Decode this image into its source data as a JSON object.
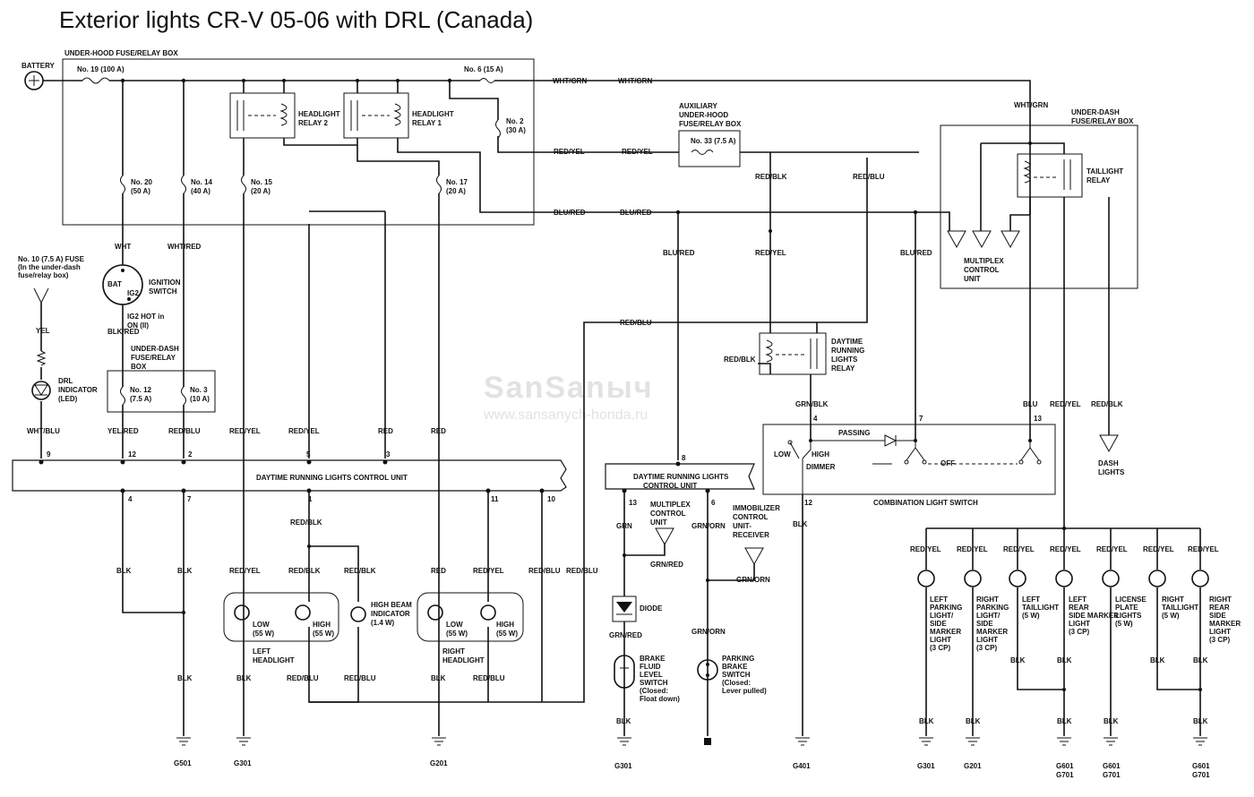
{
  "title": "Exterior lights CR-V 05-06 with DRL (Canada)",
  "watermark": {
    "line1": "SanSanыч",
    "line2": "www.sansanych-honda.ru"
  },
  "boxes": {
    "under_hood": "UNDER-HOOD FUSE/RELAY BOX",
    "auxiliary": [
      "AUXILIARY",
      "UNDER-HOOD",
      "FUSE/RELAY BOX"
    ],
    "under_dash_right": [
      "UNDER-DASH",
      "FUSE/RELAY BOX"
    ],
    "under_dash_left": [
      "UNDER-DASH",
      "FUSE/RELAY",
      "BOX"
    ],
    "drl_unit_main": "DAYTIME RUNNING LIGHTS CONTROL UNIT",
    "drl_unit_small": [
      "DAYTIME RUNNING LIGHTS",
      "CONTROL UNIT"
    ],
    "combination_switch": "COMBINATION LIGHT SWITCH",
    "multiplex_right": [
      "MULTIPLEX",
      "CONTROL",
      "UNIT"
    ]
  },
  "labels": {
    "battery": "BATTERY",
    "fuse19": "No. 19 (100 A)",
    "fuse6": "No. 6 (15 A)",
    "fuse2": [
      "No. 2",
      "(30 A)"
    ],
    "fuse20": [
      "No. 20",
      "(50 A)"
    ],
    "fuse14": [
      "No. 14",
      "(40 A)"
    ],
    "fuse15": [
      "No. 15",
      "(20 A)"
    ],
    "fuse17": [
      "No. 17",
      "(20 A)"
    ],
    "fuse33": "No. 33 (7.5 A)",
    "fuse10": [
      "No. 10 (7.5 A) FUSE",
      "(In the under-dash",
      "fuse/relay box)"
    ],
    "fuse12": [
      "No. 12",
      "(7.5 A)"
    ],
    "fuse3": [
      "No. 3",
      "(10 A)"
    ],
    "relay_hl2": [
      "HEADLIGHT",
      "RELAY 2"
    ],
    "relay_hl1": [
      "HEADLIGHT",
      "RELAY 1"
    ],
    "relay_tail": [
      "TAILLIGHT",
      "RELAY"
    ],
    "relay_drl": [
      "DAYTIME",
      "RUNNING",
      "LIGHTS",
      "RELAY"
    ],
    "ignition": [
      "IGNITION",
      "SWITCH"
    ],
    "bat": "BAT",
    "ig2": "IG2",
    "ig2_hot": [
      "IG2 HOT in",
      "ON (II)"
    ],
    "drl_indicator": [
      "DRL",
      "INDICATOR",
      "(LED)"
    ],
    "low": "LOW",
    "high": "HIGH",
    "dimmer": "DIMMER",
    "passing": "PASSING",
    "off": "OFF",
    "hl_low_55": [
      "LOW",
      "(55 W)"
    ],
    "hl_high_55": [
      "HIGH",
      "(55 W)"
    ],
    "left_headlight": [
      "LEFT",
      "HEADLIGHT"
    ],
    "right_headlight": [
      "RIGHT",
      "HEADLIGHT"
    ],
    "high_beam": [
      "HIGH BEAM",
      "INDICATOR",
      "(1.4 W)"
    ],
    "multiplex_small": [
      "MULTIPLEX",
      "CONTROL",
      "UNIT"
    ],
    "immobilizer": [
      "IMMOBILIZER",
      "CONTROL",
      "UNIT-",
      "RECEIVER"
    ],
    "diode": "DIODE",
    "brake_fluid": [
      "BRAKE",
      "FLUID",
      "LEVEL",
      "SWITCH",
      "(Closed:",
      "Float down)"
    ],
    "parking_brake": [
      "PARKING",
      "BRAKE",
      "SWITCH",
      "(Closed:",
      "Lever pulled)"
    ],
    "dash_lights": [
      "DASH",
      "LIGHTS"
    ],
    "bulbs": [
      [
        "LEFT",
        "PARKING",
        "LIGHT/",
        "SIDE",
        "MARKER",
        "LIGHT",
        "(3 CP)"
      ],
      [
        "RIGHT",
        "PARKING",
        "LIGHT/",
        "SIDE",
        "MARKER",
        "LIGHT",
        "(3 CP)"
      ],
      [
        "LEFT",
        "TAILLIGHT",
        "(5 W)"
      ],
      [
        "LEFT",
        "REAR",
        "SIDE MARKER",
        "LIGHT",
        "(3 CP)"
      ],
      [
        "LICENSE",
        "PLATE",
        "LIGHTS",
        "(5 W)"
      ],
      [
        "RIGHT",
        "TAILLIGHT",
        "(5 W)"
      ],
      [
        "RIGHT",
        "REAR",
        "SIDE",
        "MARKER",
        "LIGHT",
        "(3 CP)"
      ]
    ]
  },
  "wires": {
    "wht_grn": "WHT/GRN",
    "red_yel": "RED/YEL",
    "blu_red": "BLU/RED",
    "red_blu": "RED/BLU",
    "red_blk": "RED/BLK",
    "wht": "WHT",
    "wht_red": "WHT/RED",
    "blk_red": "BLK/RED",
    "yel": "YEL",
    "wht_blu": "WHT/BLU",
    "yel_red": "YEL/RED",
    "red_blu2": "RED/BLU",
    "red": "RED",
    "blk": "BLK",
    "grn_blk": "GRN/BLK",
    "blu": "BLU",
    "grn": "GRN",
    "grn_red": "GRN/RED",
    "grn_orn": "GRN/ORN",
    "red_blk2": "RED/BLK"
  },
  "pins": {
    "p9": "9",
    "p12": "12",
    "p2": "2",
    "p5": "5",
    "p3": "3",
    "p4": "4",
    "p7": "7",
    "p1": "1",
    "p11": "11",
    "p10": "10",
    "p8": "8",
    "p13": "13",
    "p6": "6",
    "p4b": "4",
    "p7b": "7",
    "p12b": "12",
    "p13b": "13"
  },
  "grounds": {
    "g501": "G501",
    "g301": "G301",
    "g201": "G201",
    "g301b": "G301",
    "g401": "G401",
    "g301c": "G301",
    "g201b": "G201",
    "g601a": [
      "G601",
      "G701"
    ],
    "g601b": [
      "G601",
      "G701"
    ],
    "g601c": [
      "G601",
      "G701"
    ]
  }
}
